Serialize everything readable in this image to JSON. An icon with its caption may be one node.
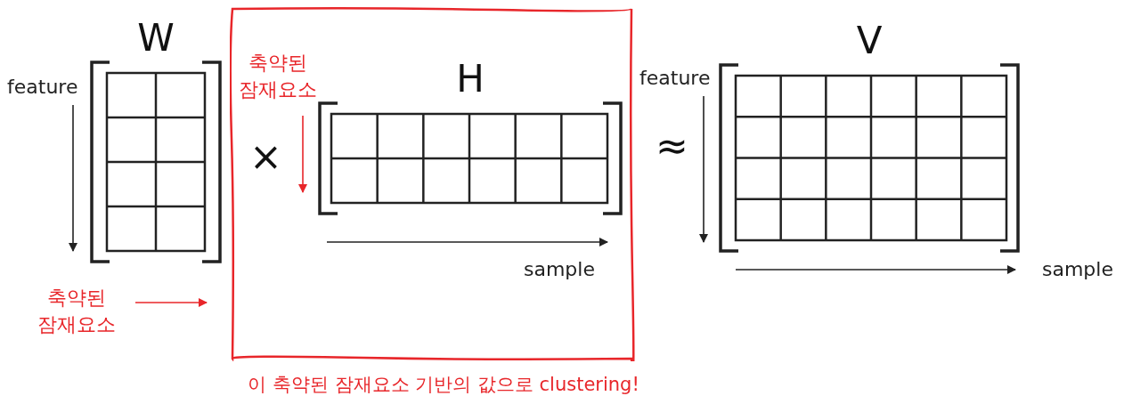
{
  "diagram": {
    "nodes": [
      {
        "text": [
          "W"
        ],
        "beside": [
          "feature"
        ]
      },
      {
        "text": [
          "이 축약된 잠재요소 기반의 값으로 clustering!"
        ]
      },
      {
        "text": [
          "H"
        ],
        "in": 1,
        "beside": [
          "축약된 잠재요소",
          "sample"
        ]
      },
      {
        "text": [
          "V"
        ],
        "beside": [
          "feature",
          "sample"
        ]
      },
      {
        "text": [
          "축약된 잠재요소"
        ]
      }
    ],
    "edges": [
      {
        "from": 4,
        "to": 1,
        "arrow": "to",
        "color": "#e8262a"
      }
    ],
    "labels": [
      "×",
      "≈"
    ]
  }
}
